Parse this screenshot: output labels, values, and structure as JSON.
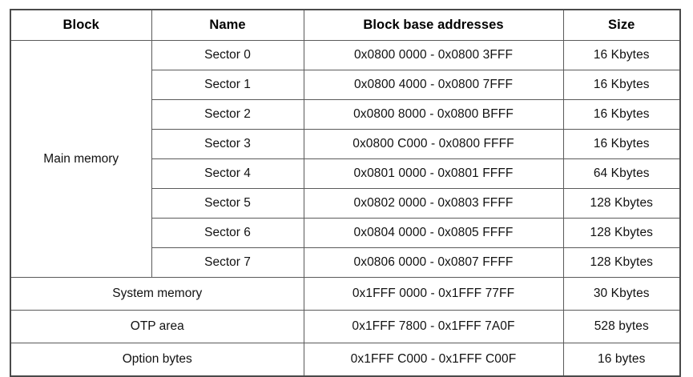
{
  "table": {
    "columns": [
      {
        "key": "block",
        "label": "Block"
      },
      {
        "key": "name",
        "label": "Name"
      },
      {
        "key": "address",
        "label": "Block base addresses"
      },
      {
        "key": "size",
        "label": "Size"
      }
    ],
    "block_groups": [
      {
        "label": "Main memory",
        "rowspan": 8
      }
    ],
    "rows": [
      {
        "name": "Sector 0",
        "address": "0x0800 0000 - 0x0800 3FFF",
        "size": "16 Kbytes"
      },
      {
        "name": "Sector 1",
        "address": "0x0800 4000 - 0x0800 7FFF",
        "size": "16 Kbytes"
      },
      {
        "name": "Sector 2",
        "address": "0x0800 8000 - 0x0800 BFFF",
        "size": "16 Kbytes"
      },
      {
        "name": "Sector 3",
        "address": "0x0800 C000 - 0x0800 FFFF",
        "size": "16 Kbytes"
      },
      {
        "name": "Sector 4",
        "address": "0x0801 0000 - 0x0801 FFFF",
        "size": "64 Kbytes"
      },
      {
        "name": "Sector 5",
        "address": "0x0802 0000 - 0x0803 FFFF",
        "size": "128 Kbytes"
      },
      {
        "name": "Sector 6",
        "address": "0x0804 0000 - 0x0805 FFFF",
        "size": "128 Kbytes"
      },
      {
        "name": "Sector 7",
        "address": "0x0806 0000 - 0x0807 FFFF",
        "size": "128 Kbytes"
      }
    ],
    "section_rows": [
      {
        "name": "System memory",
        "address": "0x1FFF 0000 - 0x1FFF 77FF",
        "size": "30 Kbytes"
      },
      {
        "name": "OTP area",
        "address": "0x1FFF 7800 - 0x1FFF 7A0F",
        "size": "528 bytes"
      },
      {
        "name": "Option bytes",
        "address": "0x1FFF C000 - 0x1FFF C00F",
        "size": "16 bytes"
      }
    ]
  },
  "colors": {
    "text": "#000000",
    "grid": "#5a5a5a",
    "frame": "#4a4a4a",
    "header_rule": "#000000",
    "background": "#ffffff"
  }
}
